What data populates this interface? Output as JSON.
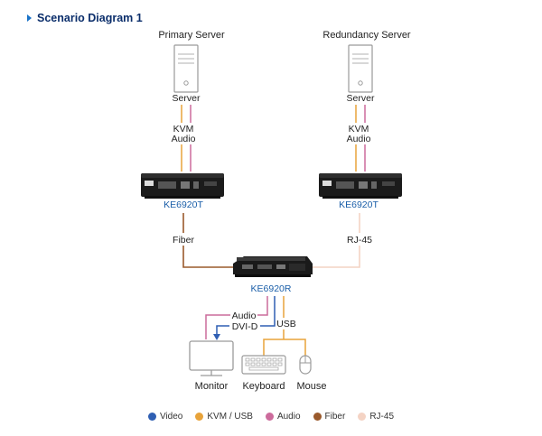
{
  "heading": {
    "title": "Scenario Diagram 1"
  },
  "servers": {
    "primary_title": "Primary Server",
    "redundancy_title": "Redundancy Server",
    "server_label": "Server",
    "kvm_label": "KVM",
    "audio_label": "Audio"
  },
  "devices": {
    "tx_primary": "KE6920T",
    "tx_redundancy": "KE6920T",
    "receiver": "KE6920R"
  },
  "links": {
    "fiber": "Fiber",
    "rj45": "RJ-45",
    "audio": "Audio",
    "dvi": "DVI-D",
    "usb": "USB"
  },
  "peripherals": {
    "monitor": "Monitor",
    "keyboard": "Keyboard",
    "mouse": "Mouse"
  },
  "legend": [
    {
      "label": "Video",
      "color": "#2f5fb3"
    },
    {
      "label": "KVM / USB",
      "color": "#e8a33a"
    },
    {
      "label": "Audio",
      "color": "#cc6b9c"
    },
    {
      "label": "Fiber",
      "color": "#9a5a2c"
    },
    {
      "label": "RJ-45",
      "color": "#f4d3c4"
    }
  ],
  "colors": {
    "video": "#2f5fb3",
    "kvm": "#e8a33a",
    "audio": "#cc6b9c",
    "fiber": "#9a5a2c",
    "rj45": "#f4d3c4",
    "device_label": "#1a5ea8"
  }
}
